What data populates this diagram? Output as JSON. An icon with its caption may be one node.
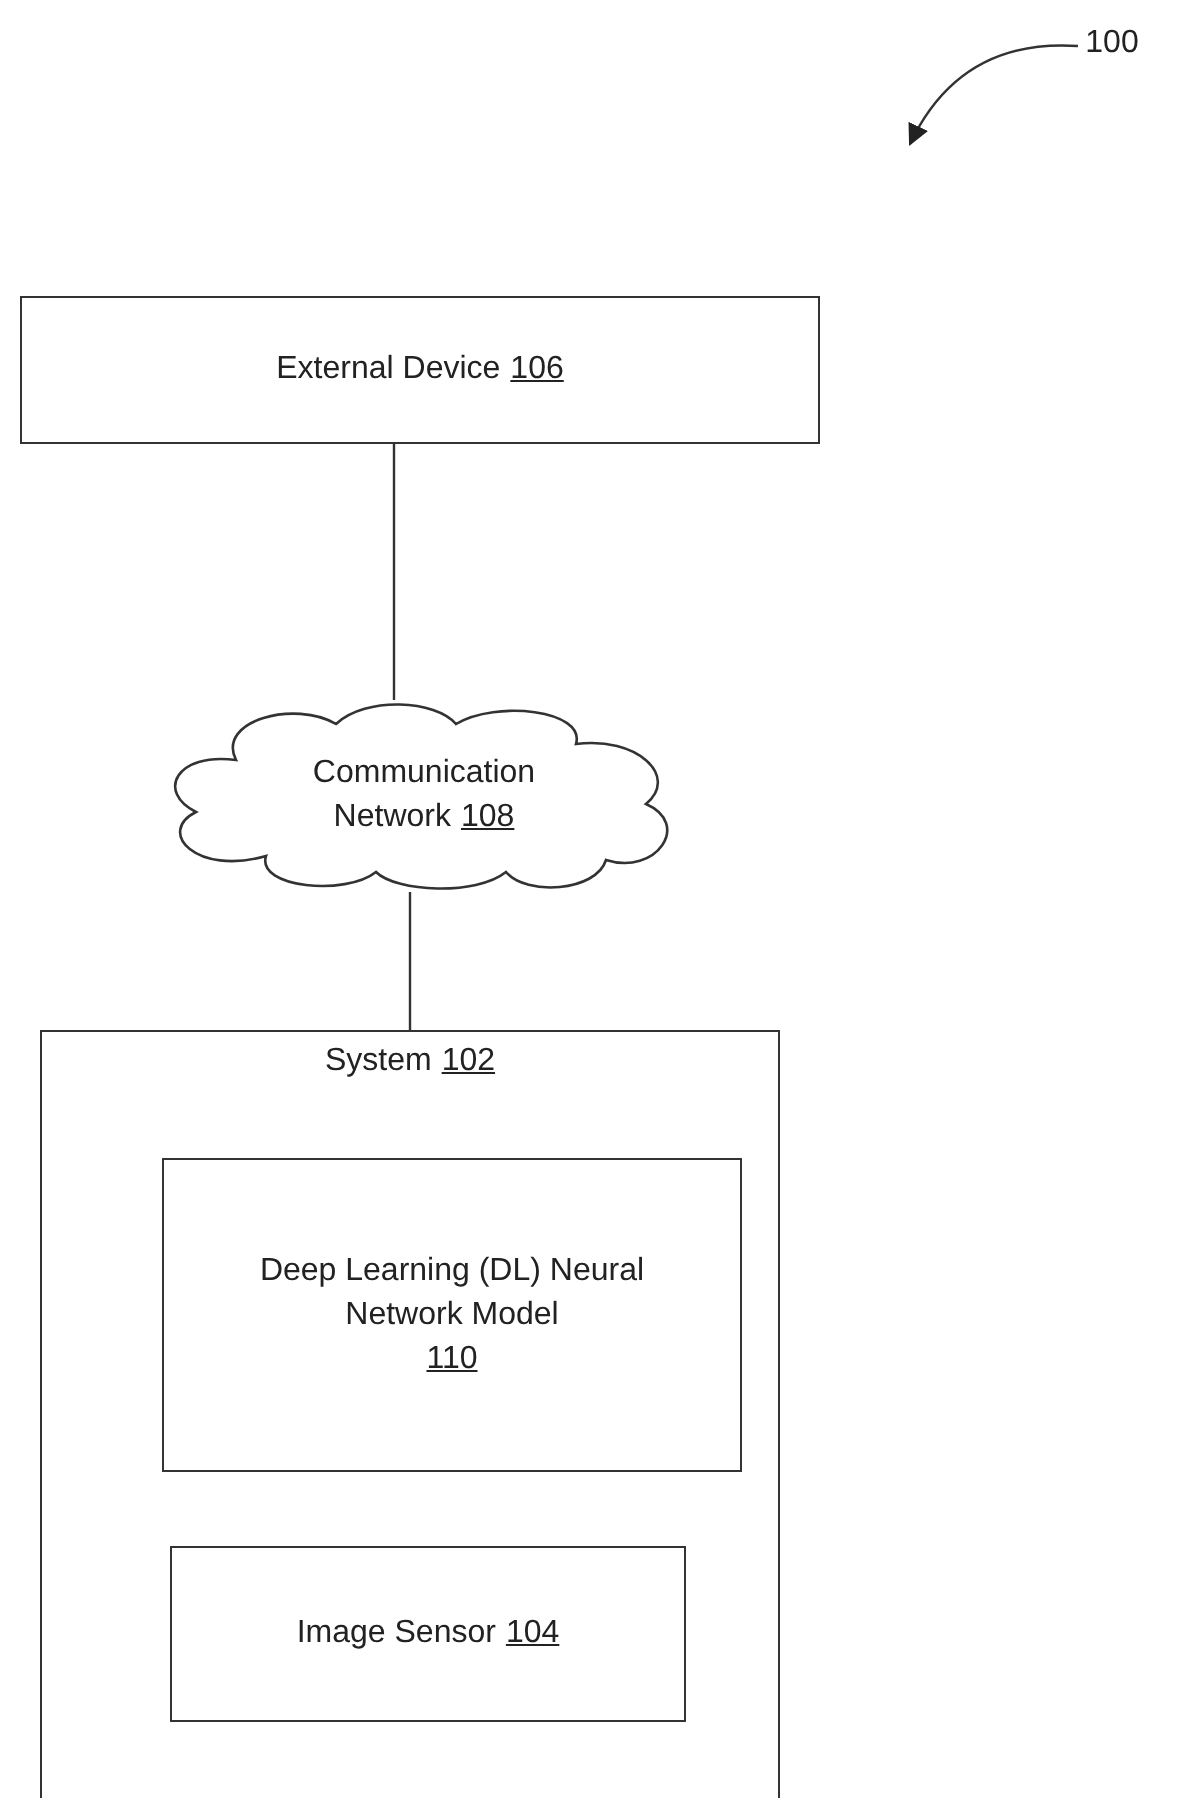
{
  "diagram": {
    "nodes": [
      {
        "text": [
          "100"
        ]
      },
      {
        "text": [
          "External Device",
          "106"
        ]
      },
      {
        "text": [
          "Communication Network",
          "108"
        ]
      },
      {
        "text": [
          "System",
          "102"
        ]
      },
      {
        "text": [
          "Deep Learning (DL) Neural Network Model",
          "110"
        ],
        "in": 3
      },
      {
        "text": [
          "Image Sensor",
          "104"
        ],
        "in": 3
      }
    ],
    "edges": [
      {
        "from": 0,
        "to": null,
        "arrow": "to"
      },
      {
        "from": 1,
        "to": 2,
        "arrow": "none"
      },
      {
        "from": 2,
        "to": 3,
        "arrow": "none"
      }
    ]
  }
}
